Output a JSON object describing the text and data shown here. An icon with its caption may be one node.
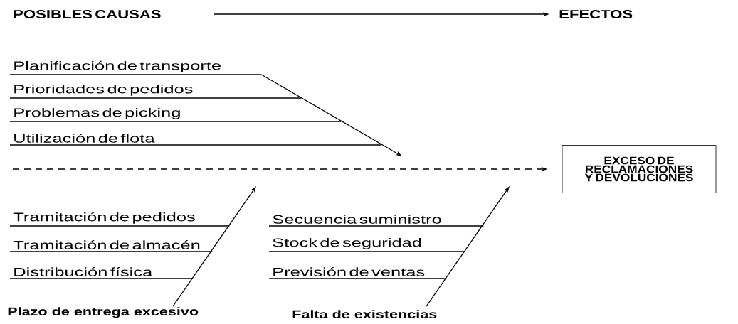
{
  "diagram": {
    "nodes": [
      {
        "text": [
          "POSIBLES CAUSAS"
        ]
      },
      {
        "text": [
          "EFECTOS"
        ]
      },
      {
        "text": [
          "EXCESO DE RECLAMACIONES Y DEVOLUCIONES"
        ]
      },
      {
        "text": [
          "Planificación de transporte"
        ]
      },
      {
        "text": [
          "Prioridades de pedidos"
        ]
      },
      {
        "text": [
          "Problemas de picking"
        ]
      },
      {
        "text": [
          "Utilización de flota"
        ]
      },
      {
        "text": [
          "Tramitación de pedidos"
        ]
      },
      {
        "text": [
          "Tramitación de almacén"
        ]
      },
      {
        "text": [
          "Distribución física"
        ]
      },
      {
        "text": [
          "Secuencia suministro"
        ]
      },
      {
        "text": [
          "Stock de seguridad"
        ]
      },
      {
        "text": [
          "Previsión de ventas"
        ]
      },
      {
        "text": [
          "Plazo de entrega excesivo"
        ]
      },
      {
        "text": [
          "Falta de existencias"
        ]
      }
    ],
    "edges": [
      {
        "from": 0,
        "to": 1,
        "arrow": "to"
      },
      {
        "from": null,
        "to": 2,
        "arrow": "to",
        "style": "dashed"
      },
      {
        "from": 3,
        "to": null,
        "arrow": "to"
      },
      {
        "from": 13,
        "to": null,
        "arrow": "to"
      },
      {
        "from": 14,
        "to": null,
        "arrow": "to"
      }
    ]
  }
}
